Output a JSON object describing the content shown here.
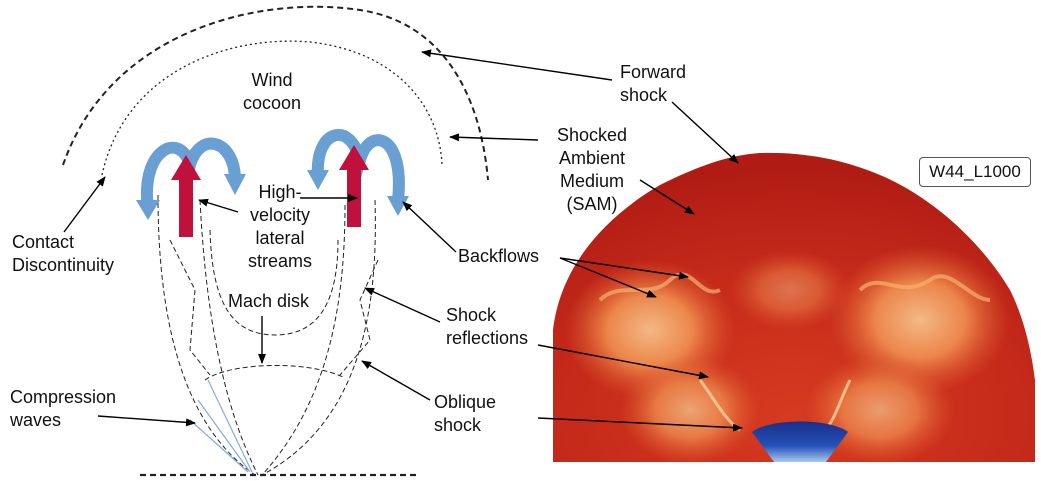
{
  "labels": {
    "wind_cocoon": [
      "Wind",
      "cocoon"
    ],
    "forward_shock": [
      "Forward",
      "shock"
    ],
    "sam": [
      "Shocked",
      "Ambient",
      "Medium",
      "(SAM)"
    ],
    "contact_discontinuity": [
      "Contact",
      "Discontinuity"
    ],
    "lateral_streams": [
      "High-",
      "velocity",
      "lateral",
      "streams"
    ],
    "backflows": "Backflows",
    "mach_disk": "Mach disk",
    "shock_reflections": [
      "Shock",
      "reflections"
    ],
    "compression_waves": [
      "Compression",
      "waves"
    ],
    "oblique_shock": [
      "Oblique",
      "shock"
    ]
  },
  "simulation_label": "W44_L1000",
  "colors": {
    "stream_arrow": "#c0103c",
    "backflow_arrow": "#6a9fd4",
    "shocked_medium": "#c8281c",
    "hot_region": "#f0a060",
    "cavity": "#1a3c9c"
  }
}
